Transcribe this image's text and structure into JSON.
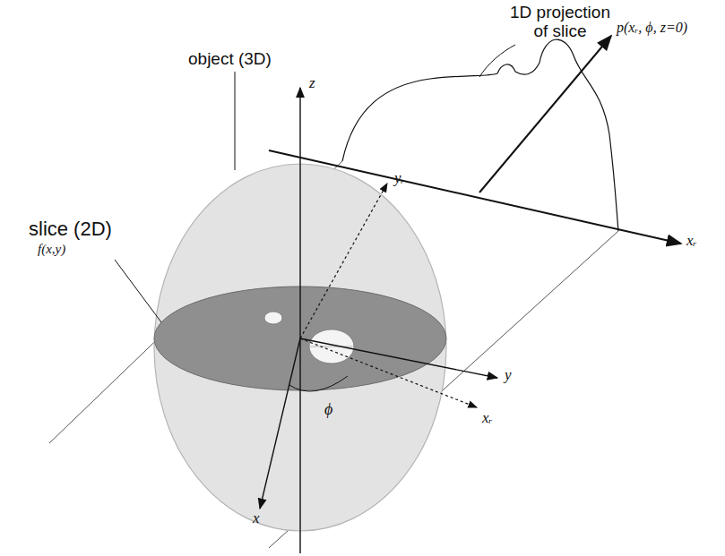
{
  "diagram": {
    "labels": [
      "1D projection of slice",
      "p(xᵣ, ϕ, z=0)",
      "object (3D)",
      "slice (2D)",
      "f(x,y)",
      "z",
      "yᵣ",
      "xᵣ",
      "y",
      "xᵣ",
      "ϕ",
      "x"
    ]
  }
}
